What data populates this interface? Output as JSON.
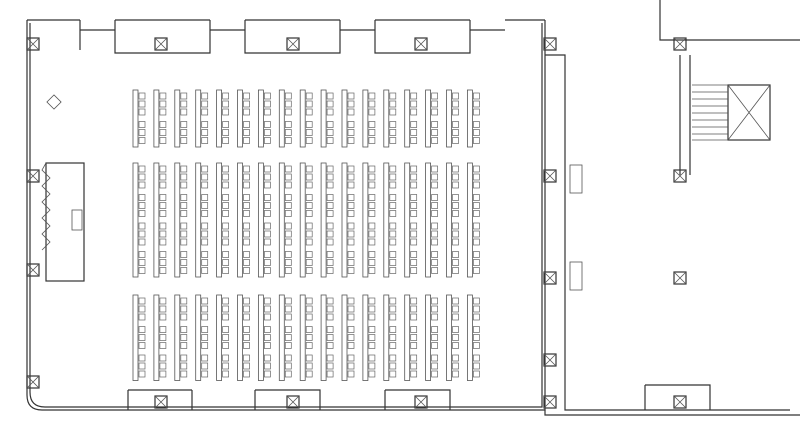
{
  "colors": {
    "line": "#333333",
    "background": "#ffffff"
  },
  "seating": {
    "columns": 17,
    "blocks": [
      {
        "groups": 2
      },
      {
        "groups": 4
      },
      {
        "groups": 3
      }
    ]
  }
}
